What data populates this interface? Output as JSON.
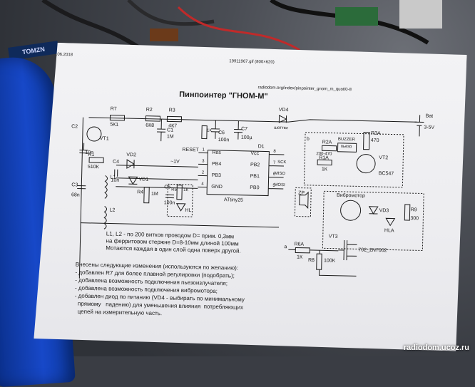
{
  "header": {
    "date": "11.06.2018",
    "file": "19911967.gif (800×620)"
  },
  "title": "Пинпоинтер \"ГНОМ-М\"",
  "url": "radiodom.org/index/pinpointer_gnom_m_quot/0-8",
  "labels": {
    "r7": "R7",
    "r7v": "5К1",
    "r2": "R2",
    "r2v": "6К8",
    "r3": "R3",
    "r3v": "4К7",
    "c1": "C1",
    "c1v": "1М",
    "c2": "C2",
    "vt1": "VT1",
    "r1": "R1",
    "r1v": "510К",
    "c4": "C4",
    "c4v": "10n",
    "c2v": "10n",
    "vd2": "VD2",
    "vd1": "VD1",
    "l1": "L1",
    "l2": "L2",
    "c3": "C3",
    "c3v": "68n",
    "r4": "R4",
    "r4v": "1М",
    "c5": "C5",
    "c5v": "100n",
    "r5": "R5",
    "r5v": "1К",
    "hl": "HL",
    "c6": "C6",
    "c6v": "100n",
    "c7": "C7",
    "c7v": "100µ",
    "r1k": "1К",
    "reset": "RESET",
    "v1": "~1V",
    "d1": "D1",
    "pin_res": "Res",
    "pin_pb4": "PB4",
    "pin_pb3": "PB3",
    "pin_gnd": "GND",
    "pin_vcc": "Vcc",
    "pin_pb2": "PB2",
    "pin_pb1": "PB1",
    "pin_pb0": "PB0",
    "n1": "1",
    "n3": "3",
    "n2": "2",
    "n4": "4",
    "n8": "8",
    "n7": "7",
    "n6": "6",
    "n5": "5",
    "chip": "ATtiny25",
    "sck": "SCK",
    "miso": "MISO",
    "mosi": "MOSI",
    "vd4": "VD4",
    "schottky": "шоттки",
    "bat": "Bat",
    "batv": "3-5V",
    "r3a": "R3A",
    "r3av": "470",
    "r2a": "R2A",
    "r2av": "200-470",
    "buzzer": "BUZZER",
    "buzzer2": "пьезо",
    "r1a": "R1A",
    "r1av": "1К",
    "vt2": "VT2",
    "bc547": "BC547",
    "zp": "ZP",
    "b": "b",
    "vibro": "Вибромотор",
    "vd3": "VD3",
    "hla": "HLA",
    "r9": "R9",
    "r9v": "300",
    "vt3": "VT3",
    "r6a": "R6A",
    "r6av": "1К",
    "r8": "R8",
    "r8v": "100К",
    "a": "a",
    "n7002": "702_2N7002"
  },
  "notes": "L1, L2 - по 200 витков проводом D= прим. 0,3мм\nна ферритовом стержне D=8-10мм длиной 100мм\nМотаются каждая в один слой одна поверх другой.",
  "changes": "Внесены следующие изменения (используются по желанию):\n- добавлен R7 для более плавной регулировки (подобрать);\n- добавлена возможность подключения пьезоизлучателя;\n- добавлена возможность подключения вибромотора;\n- добавлен диод по питанию (VD4 - выбирать по минимальному\n  прямому   падению) для уменьшения влияния  потребляющих\n  цепей на измерительную часть.",
  "watermark": "radiodom.ucoz.ru"
}
